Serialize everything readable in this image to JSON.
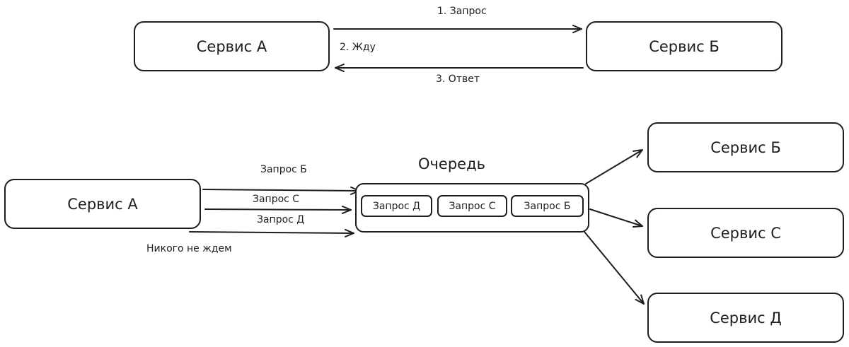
{
  "top": {
    "service_a": "Сервис А",
    "service_b": "Сервис Б",
    "step1": "1. Запрос",
    "step2": "2. Жду",
    "step3": "3. Ответ"
  },
  "bottom": {
    "service_a": "Сервис А",
    "queue_title": "Очередь",
    "queue_items": [
      "Запрос Д",
      "Запрос С",
      "Запрос Б"
    ],
    "req_b": "Запрос Б",
    "req_c": "Запрос С",
    "req_d": "Запрос Д",
    "no_wait": "Никого не ждем",
    "targets": [
      "Сервис Б",
      "Сервис С",
      "Сервис Д"
    ]
  }
}
